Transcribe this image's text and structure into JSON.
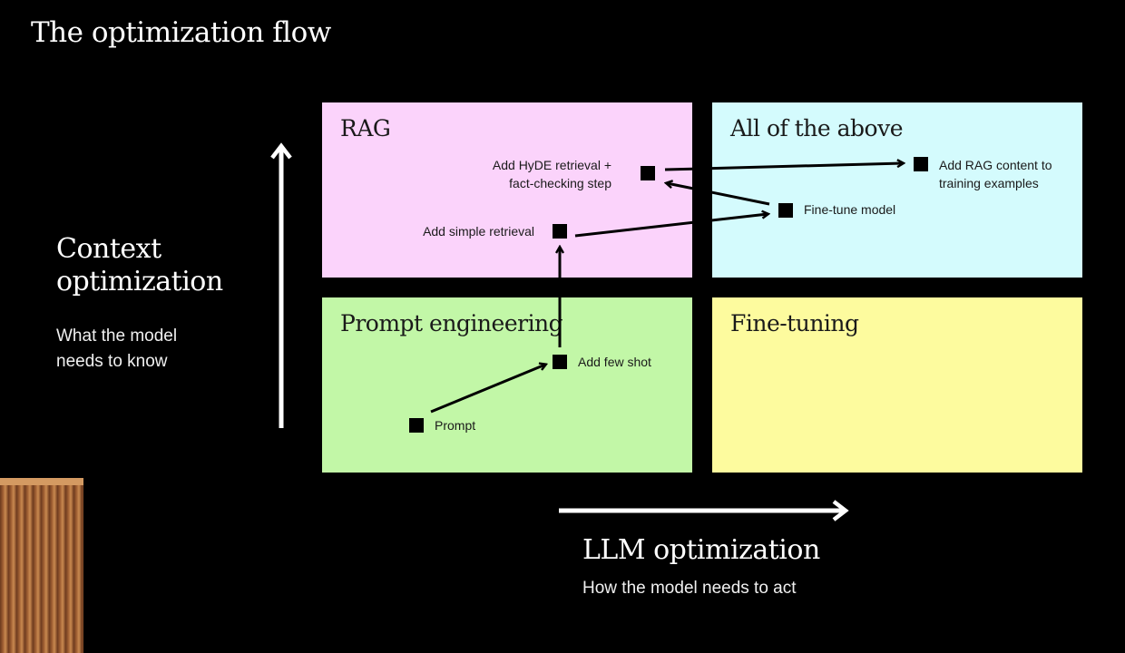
{
  "title": "The optimization flow",
  "quadrants": {
    "rag": {
      "label": "RAG",
      "color": "#fbd3fb"
    },
    "all": {
      "label": "All of the above",
      "color": "#d4fbfd"
    },
    "prompt": {
      "label": "Prompt engineering",
      "color": "#c2f7a7"
    },
    "finetuning": {
      "label": "Fine-tuning",
      "color": "#fdfb9e"
    }
  },
  "nodes": {
    "prompt": "Prompt",
    "few_shot": "Add few shot",
    "simple_retrieval": "Add simple retrieval",
    "hyde_line1": "Add HyDE retrieval +",
    "hyde_line2": "fact-checking step",
    "finetune_model": "Fine-tune model",
    "rag_content_line1": "Add RAG content to",
    "rag_content_line2": "training examples"
  },
  "y_axis": {
    "title_line1": "Context",
    "title_line2": "optimization",
    "sub_line1": "What the model",
    "sub_line2": "needs to know"
  },
  "x_axis": {
    "title": "LLM optimization",
    "sub": "How the model needs to act"
  }
}
